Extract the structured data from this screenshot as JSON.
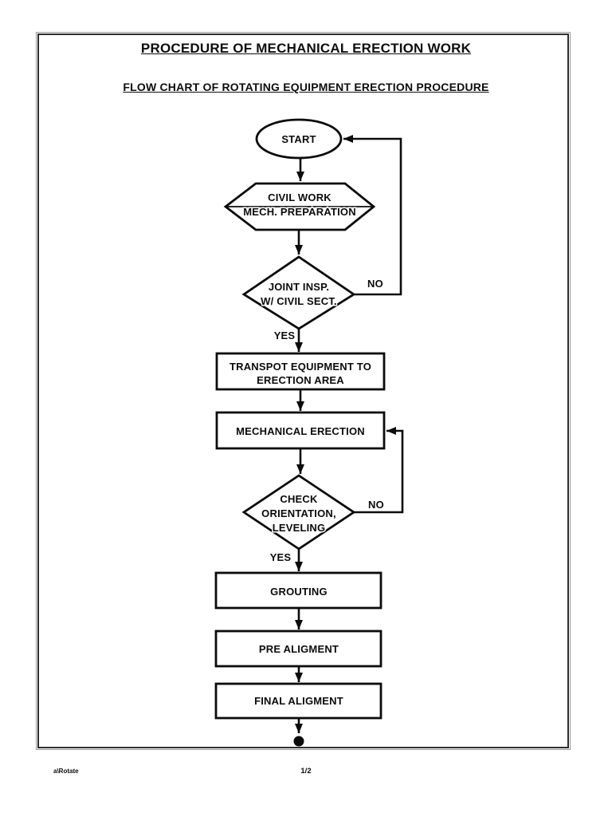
{
  "page": {
    "title": "PROCEDURE OF MECHANICAL ERECTION WORK",
    "subtitle": "FLOW CHART OF ROTATING EQUIPMENT ERECTION PROCEDURE",
    "footer_left": "a\\Rotate",
    "footer_center": "1/2"
  },
  "flowchart": {
    "start_label": "START",
    "preparation_line1": "CIVIL WORK",
    "preparation_line2": "MECH. PREPARATION",
    "decision1_line1": "JOINT INSP.",
    "decision1_line2": "W/ CIVIL SECT.",
    "decision1_no": "NO",
    "decision1_yes": "YES",
    "process1_line1": "TRANSPOT EQUIPMENT TO",
    "process1_line2": "ERECTION AREA",
    "process2": "MECHANICAL ERECTION",
    "decision2_line1": "CHECK",
    "decision2_line2": "ORIENTATION,",
    "decision2_line3": "LEVELING",
    "decision2_no": "NO",
    "decision2_yes": "YES",
    "process3": "GROUTING",
    "process4": "PRE ALIGMENT",
    "process5": "FINAL ALIGMENT"
  },
  "colors": {
    "ink": "#0b0b0b",
    "frame_border": "#2d2d2d",
    "frame_outline": "#9b9b9b",
    "background": "#ffffff"
  }
}
